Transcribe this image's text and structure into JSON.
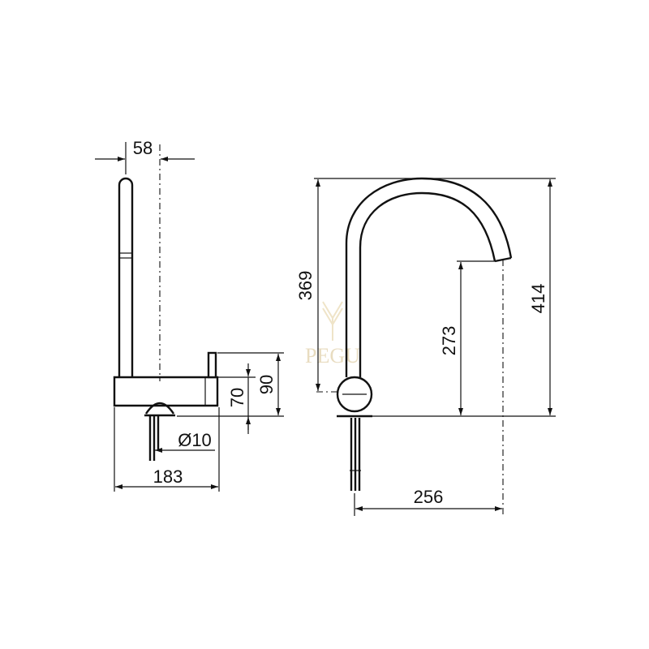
{
  "dimensions": {
    "reach_offset": "58",
    "side_width": "183",
    "handle_height_short": "70",
    "handle_height_tall": "90",
    "hose_diameter": "Ø10",
    "total_height": "414",
    "spout_height": "369",
    "outlet_height": "273",
    "spout_reach": "256"
  },
  "watermark": {
    "brand": "PEGU"
  },
  "colors": {
    "line": "#111111",
    "watermark": "#e8dcc0"
  }
}
